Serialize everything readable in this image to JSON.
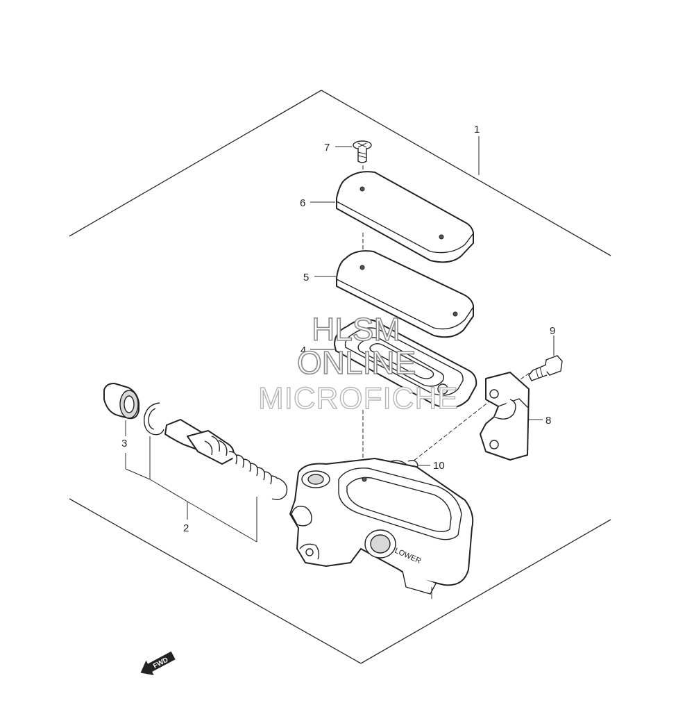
{
  "diagram": {
    "callouts": {
      "c1": "1",
      "c2": "2",
      "c3": "3",
      "c4": "4",
      "c5": "5",
      "c6": "6",
      "c7": "7",
      "c8": "8",
      "c9": "9",
      "c10": "10"
    },
    "watermark": {
      "line1": "HLSM",
      "line2": "ONLINE",
      "line3": "MICROFICHE"
    },
    "body_emboss": "LOWER",
    "direction_arrow": {
      "label": "FWD",
      "icon": "forward-arrow-icon"
    },
    "colors": {
      "line": "#222222",
      "background": "#ffffff",
      "watermark": "#8a8a8a"
    }
  }
}
